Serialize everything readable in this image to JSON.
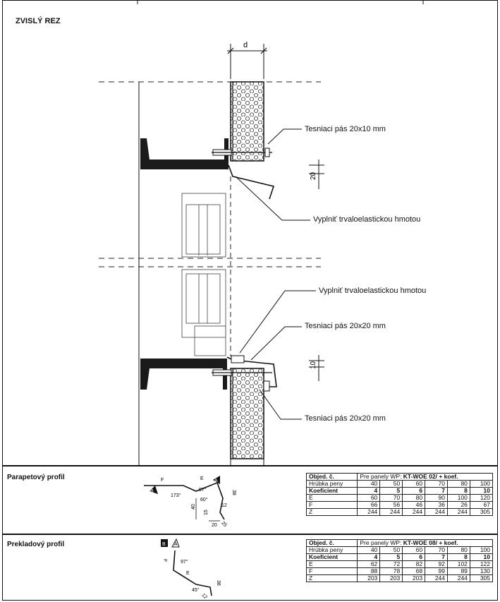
{
  "drawing": {
    "title": "ZVISLÝ REZ",
    "dimension_d": "d",
    "dim_20": "20",
    "dim_10": "10",
    "callouts": [
      "Tesniaci pás 20x10 mm",
      "Vyplniť trvaloelastickou hmotou",
      "Vyplniť trvaloelastickou hmotou",
      "Tesniaci pás 20x20 mm",
      "Tesniaci pás 20x20 mm"
    ]
  },
  "profiles": [
    {
      "name": "Parapetový profil",
      "sketch_labels": [
        "F",
        "E",
        "B",
        "A",
        "173°",
        "97°",
        "60°",
        "38",
        "12",
        "40",
        "15",
        "20",
        "25"
      ],
      "table": {
        "header_col": "Objed. č.",
        "header_text": "Pre panely WP: ",
        "header_code": "KT-WOE 02/ + koef.",
        "rows": [
          {
            "label": "Hrúbka peny",
            "values": [
              "40",
              "50",
              "60",
              "70",
              "80",
              "100"
            ]
          },
          {
            "label": "Koeficient",
            "values": [
              "4",
              "5",
              "6",
              "7",
              "8",
              "10"
            ]
          },
          {
            "label": "E",
            "values": [
              "60",
              "70",
              "80",
              "90",
              "100",
              "120"
            ]
          },
          {
            "label": "F",
            "values": [
              "66",
              "56",
              "46",
              "36",
              "26",
              "67"
            ]
          },
          {
            "label": "Z",
            "values": [
              "244",
              "244",
              "244",
              "244",
              "244",
              "305"
            ]
          }
        ]
      }
    },
    {
      "name": "Prekladový profil",
      "sketch_labels": [
        "B",
        "A",
        "F",
        "97°",
        "E",
        "45°",
        "12",
        "38"
      ],
      "table": {
        "header_col": "Objed. č.",
        "header_text": "Pre panely WP: ",
        "header_code": "KT-WOE 08/ + koef.",
        "rows": [
          {
            "label": "Hrúbka peny",
            "values": [
              "40",
              "50",
              "60",
              "70",
              "80",
              "100"
            ]
          },
          {
            "label": "Koeficient",
            "values": [
              "4",
              "5",
              "6",
              "7",
              "8",
              "10"
            ]
          },
          {
            "label": "E",
            "values": [
              "62",
              "72",
              "82",
              "92",
              "102",
              "122"
            ]
          },
          {
            "label": "F",
            "values": [
              "88",
              "78",
              "68",
              "99",
              "89",
              "130"
            ]
          },
          {
            "label": "Z",
            "values": [
              "203",
              "203",
              "203",
              "244",
              "244",
              "305"
            ]
          }
        ]
      }
    }
  ]
}
